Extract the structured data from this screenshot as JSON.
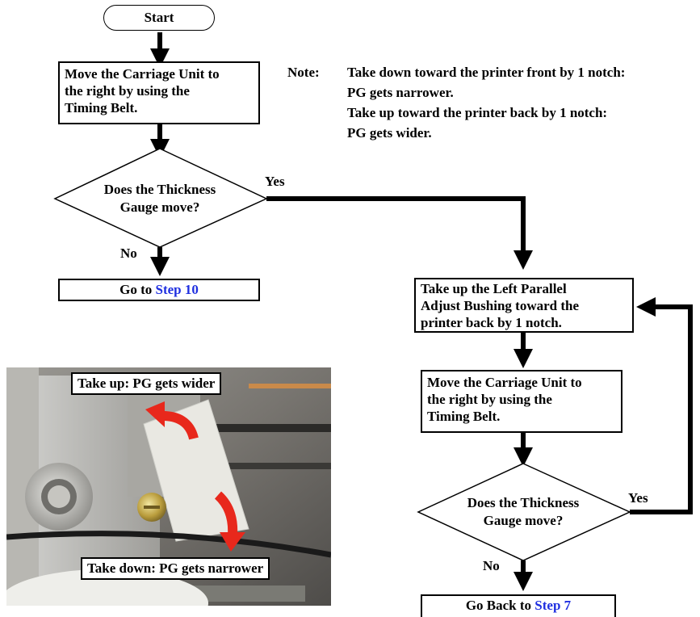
{
  "flow": {
    "start": "Start",
    "box1": [
      "Move the Carriage Unit to",
      "the right by using the",
      "Timing Belt."
    ],
    "decision1": [
      "Does the Thickness",
      "Gauge move?"
    ],
    "yes1": "Yes",
    "no1": "No",
    "goto1_prefix": "Go to ",
    "goto1_link": "Step 10",
    "box2": [
      "Take up the Left Parallel",
      "Adjust Bushing toward the",
      "printer back by 1 notch."
    ],
    "box3": [
      "Move the Carriage Unit to",
      "the right by using the",
      "Timing Belt."
    ],
    "decision2": [
      "Does the Thickness",
      "Gauge move?"
    ],
    "yes2": "Yes",
    "no2": "No",
    "goto2_prefix": "Go Back to ",
    "goto2_link": "Step 7"
  },
  "note": {
    "label": "Note:",
    "lines": [
      "Take down toward the printer front by 1 notch:",
      "PG gets narrower.",
      "Take up toward the printer back by 1 notch:",
      "PG gets wider."
    ]
  },
  "photo": {
    "caption_top": "Take up: PG gets wider",
    "caption_bottom": "Take down: PG gets narrower"
  },
  "colors": {
    "link": "#1f2fe0",
    "arrow": "#e8281c"
  }
}
